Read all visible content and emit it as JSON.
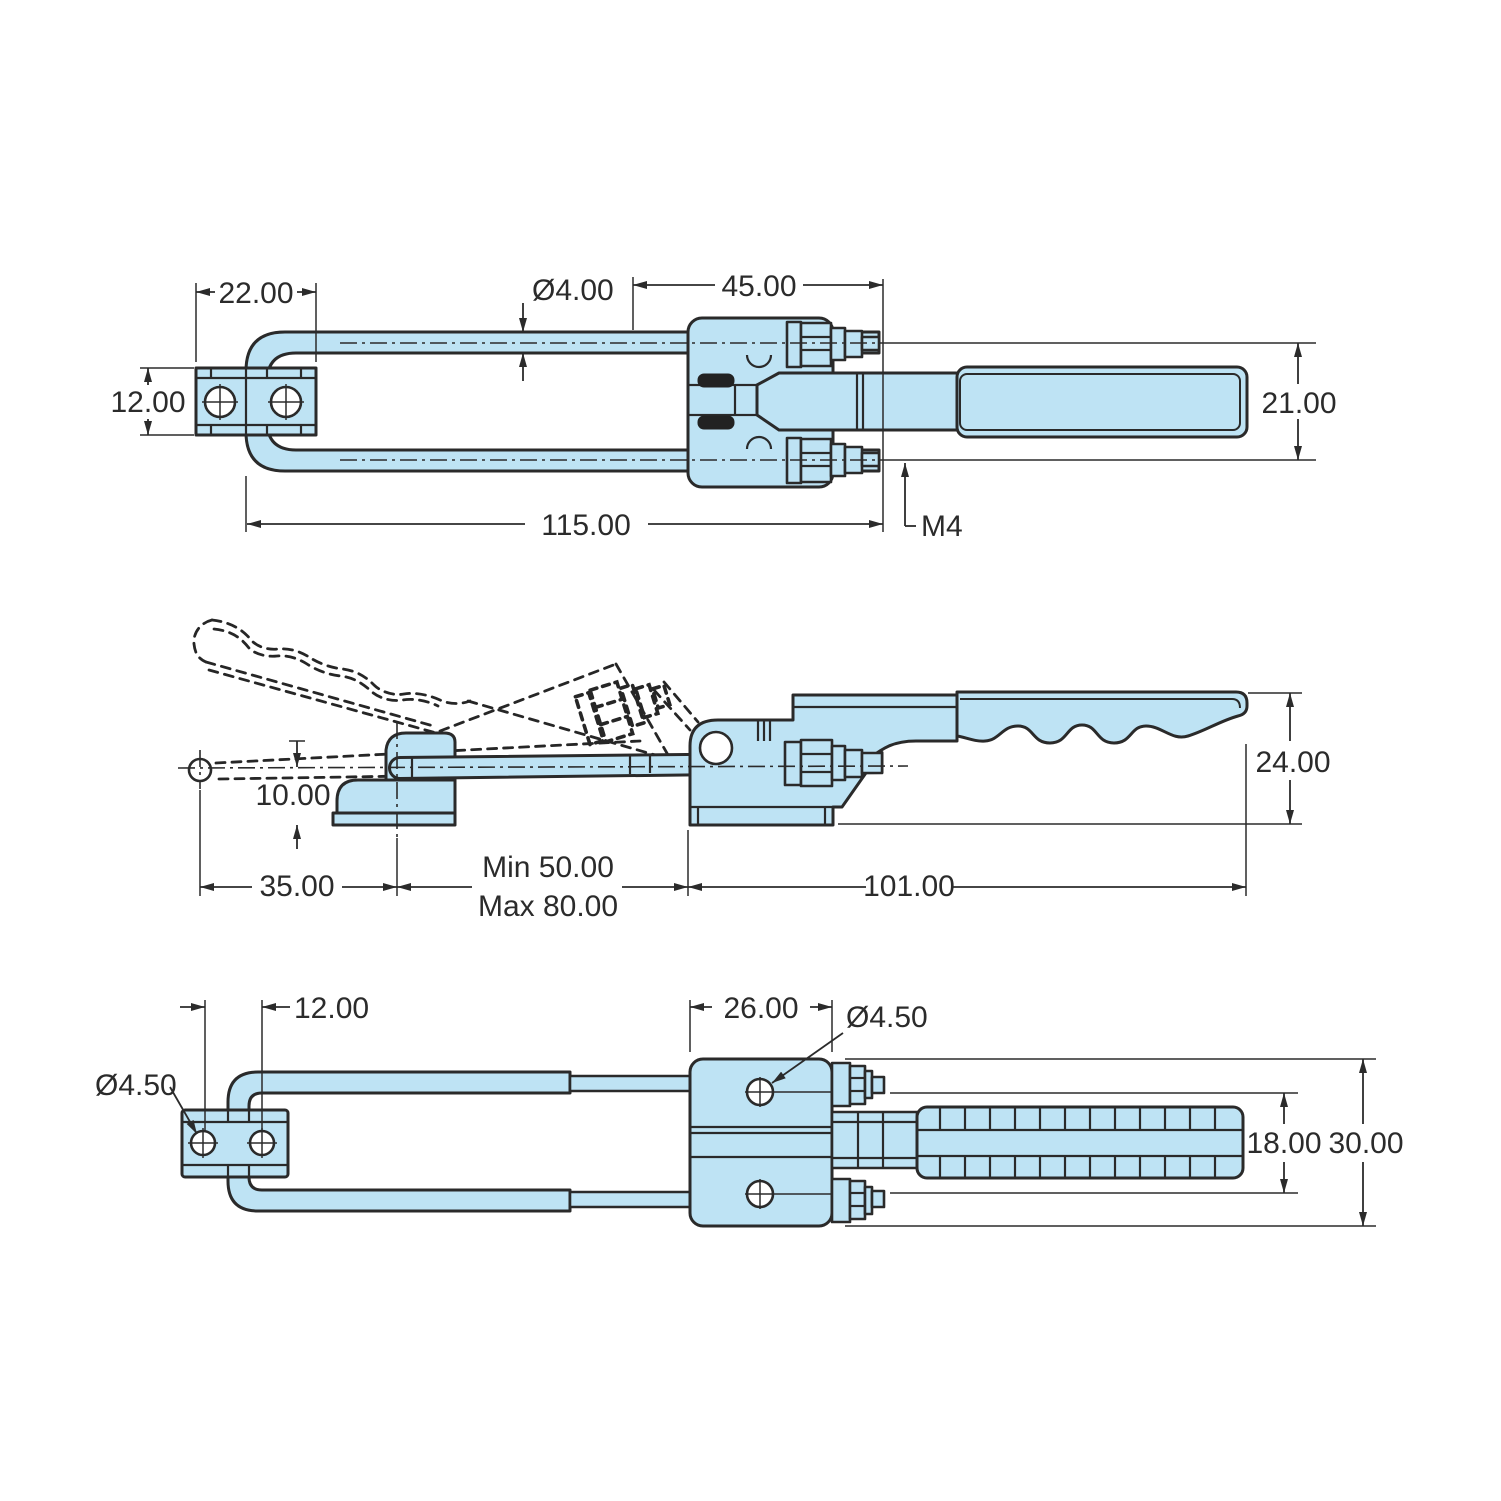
{
  "drawing": {
    "type": "engineering-dimension-drawing",
    "part": "latch type toggle clamp",
    "colors": {
      "background": "#ffffff",
      "part_fill": "#bee3f4",
      "outline": "#2a2a2a",
      "dimension": "#2b2b2b"
    },
    "views": {
      "top": {
        "dims": {
          "bracket_length": "22.00",
          "rod_diameter": "Ø4.00",
          "thread_length": "45.00",
          "bracket_height": "12.00",
          "handle_width": "21.00",
          "overall_length": "115.00",
          "thread_size": "M4"
        }
      },
      "side": {
        "dims": {
          "catch_height": "10.00",
          "catch_offset": "35.00",
          "reach_min": "Min 50.00",
          "reach_max": "Max 80.00",
          "body_length": "101.00",
          "overall_height": "24.00"
        }
      },
      "bottom": {
        "dims": {
          "hole_spacing": "12.00",
          "body_width": "26.00",
          "hole_dia_left": "Ø4.50",
          "hole_dia_right": "Ø4.50",
          "handle_height": "18.00",
          "overall_height": "30.00"
        }
      }
    }
  }
}
